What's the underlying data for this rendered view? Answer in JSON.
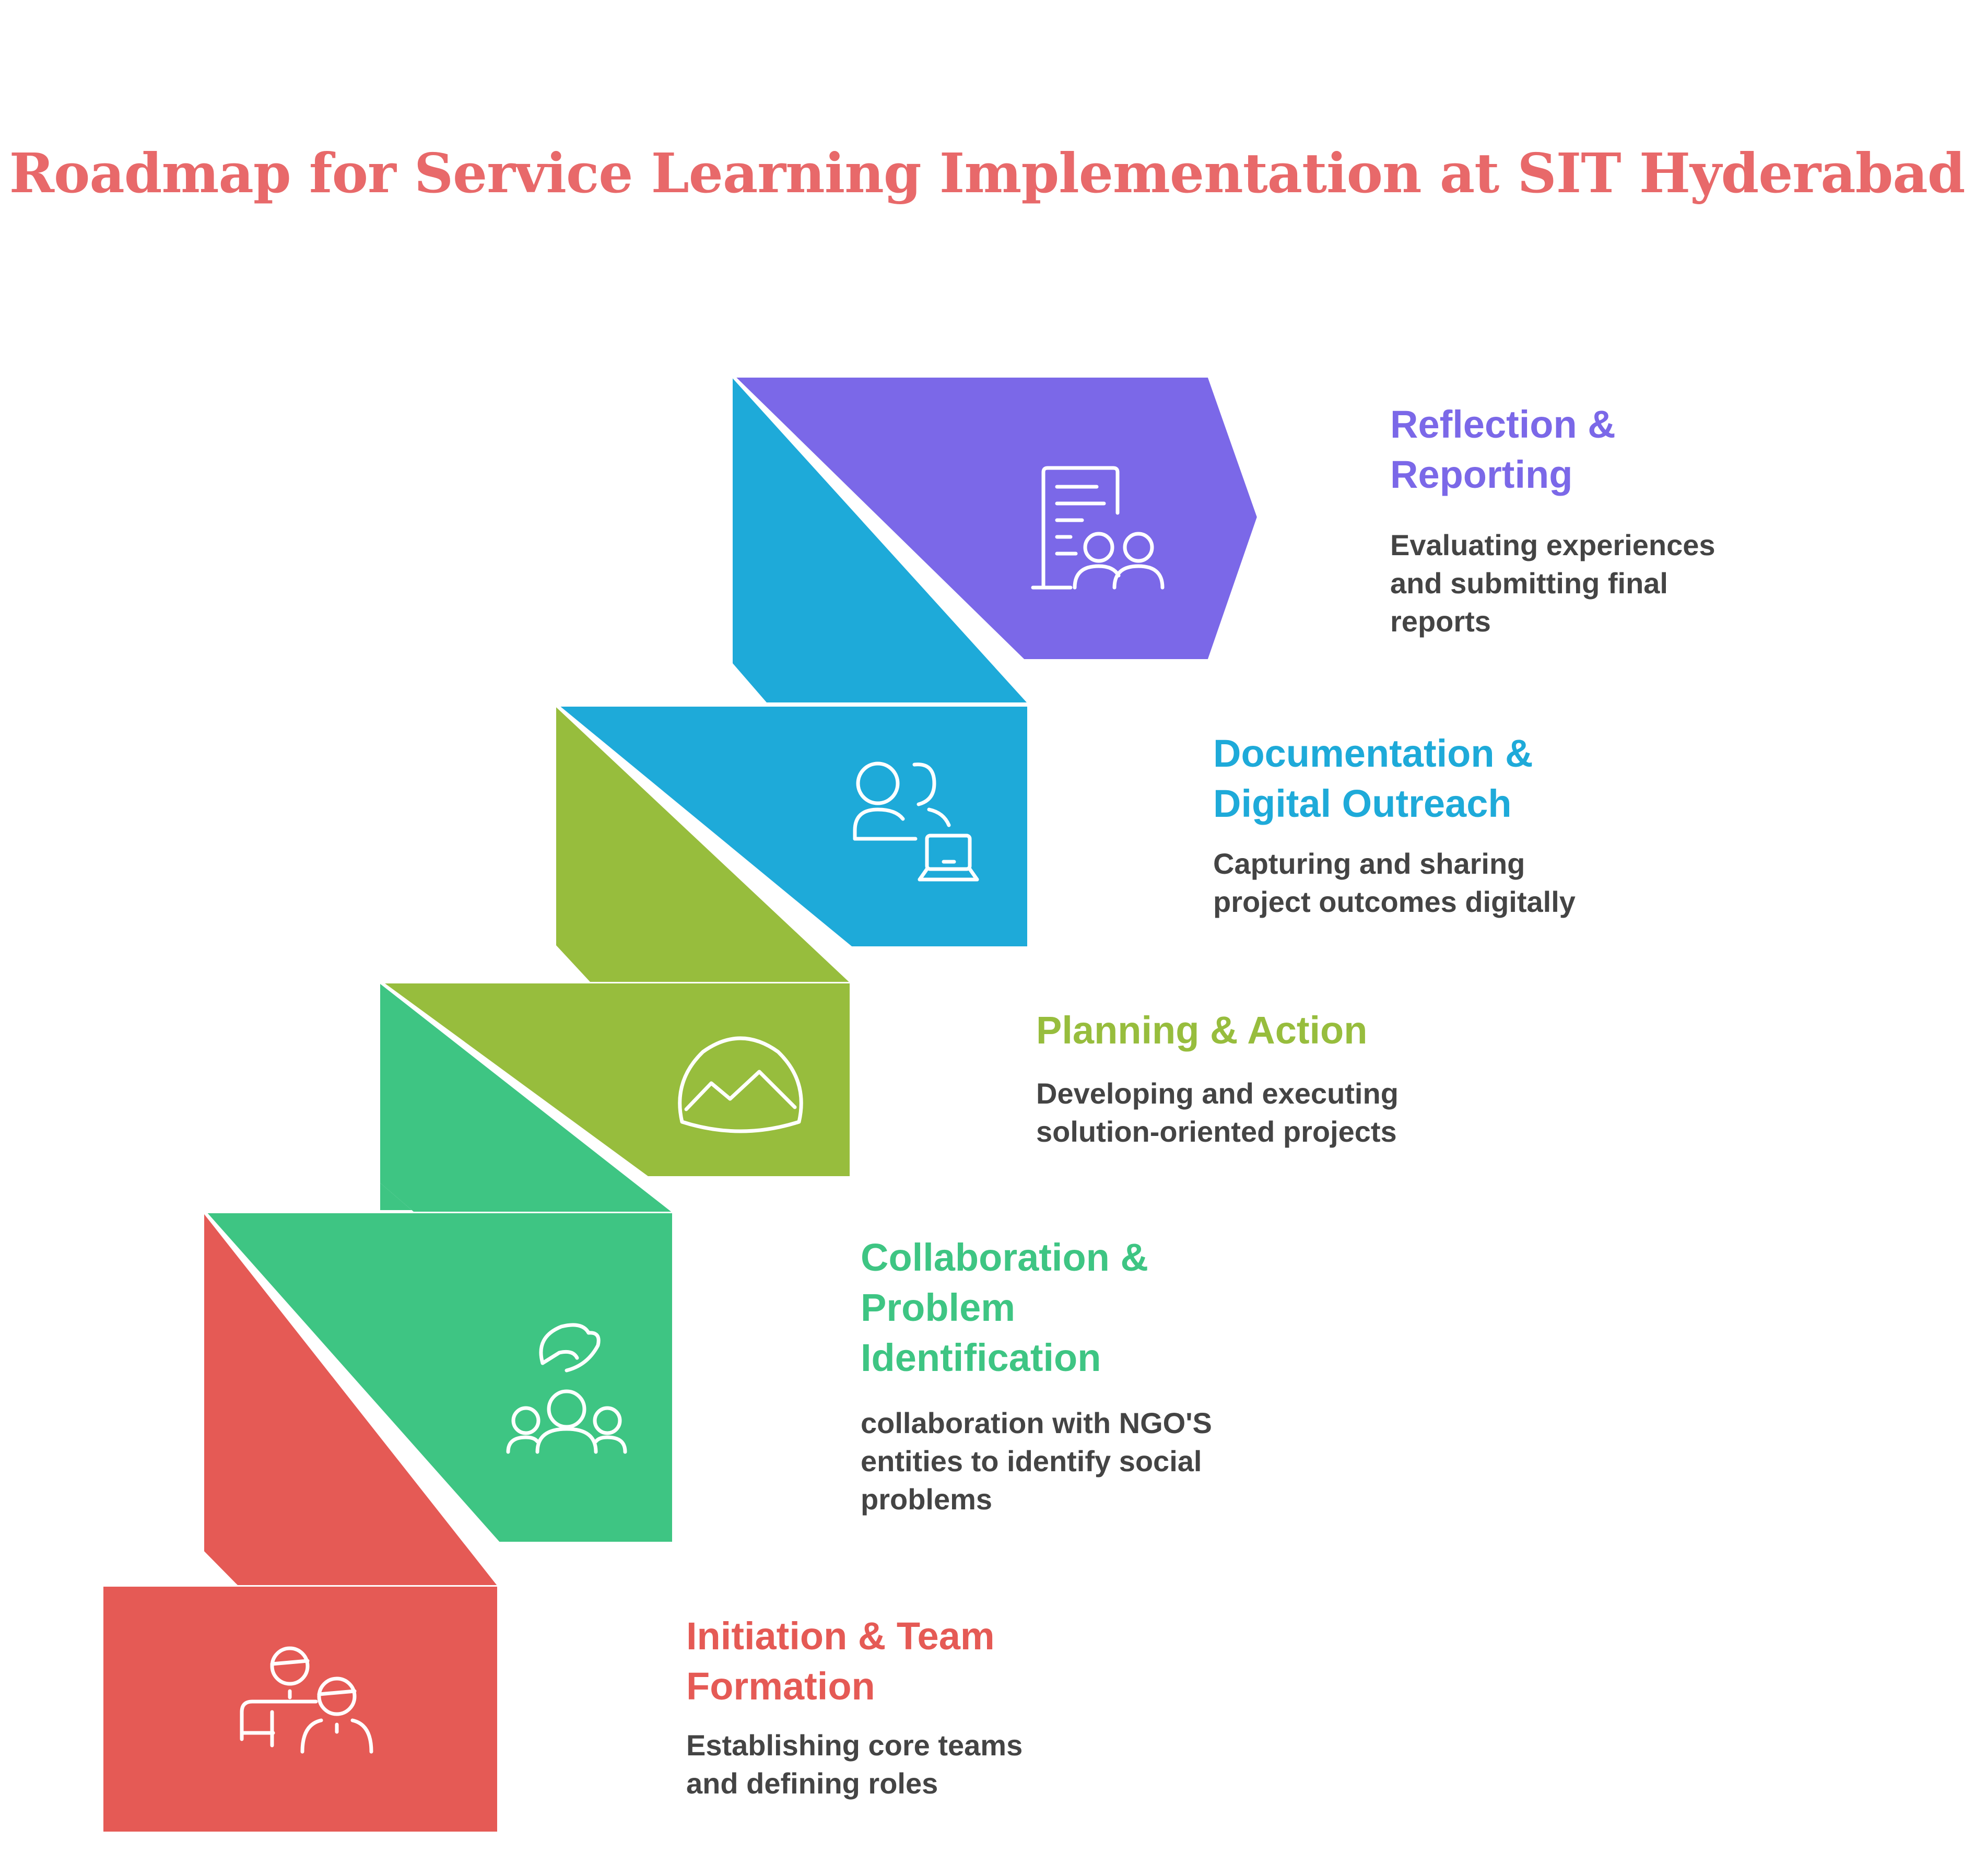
{
  "title": "Roadmap for Service Learning Implementation at SIT Hyderabad",
  "colors": {
    "title": "#e8696a",
    "red": "#e55a55",
    "green": "#3ec583",
    "lime": "#97bd3d",
    "blue": "#1eaad9",
    "purple": "#7b68e8",
    "icon_stroke": "#ffffff"
  },
  "steps": [
    {
      "key": "initiation",
      "title_lines": [
        "Initiation & Team",
        "Formation"
      ],
      "desc_lines": [
        "Establishing core teams",
        "and defining roles"
      ],
      "color": "#e55a55",
      "icon": "team-roles-icon"
    },
    {
      "key": "collaboration",
      "title_lines": [
        "Collaboration &",
        "Problem",
        "Identification"
      ],
      "desc_lines": [
        "collaboration with NGO'S",
        "entities to identify social",
        "problems"
      ],
      "color": "#3ec583",
      "icon": "hand-over-group-icon"
    },
    {
      "key": "planning",
      "title_lines": [
        "Planning & Action"
      ],
      "desc_lines": [
        "Developing and executing",
        "solution-oriented projects"
      ],
      "color": "#97bd3d",
      "icon": "mountain-dome-icon"
    },
    {
      "key": "documentation",
      "title_lines": [
        "Documentation &",
        "Digital Outreach"
      ],
      "desc_lines": [
        "Capturing and sharing",
        "project outcomes digitally"
      ],
      "color": "#1eaad9",
      "icon": "users-laptop-icon"
    },
    {
      "key": "reflection",
      "title_lines": [
        "Reflection &",
        "Reporting"
      ],
      "desc_lines": [
        "Evaluating experiences",
        "and submitting final",
        "reports"
      ],
      "color": "#7b68e8",
      "icon": "report-group-icon"
    }
  ]
}
